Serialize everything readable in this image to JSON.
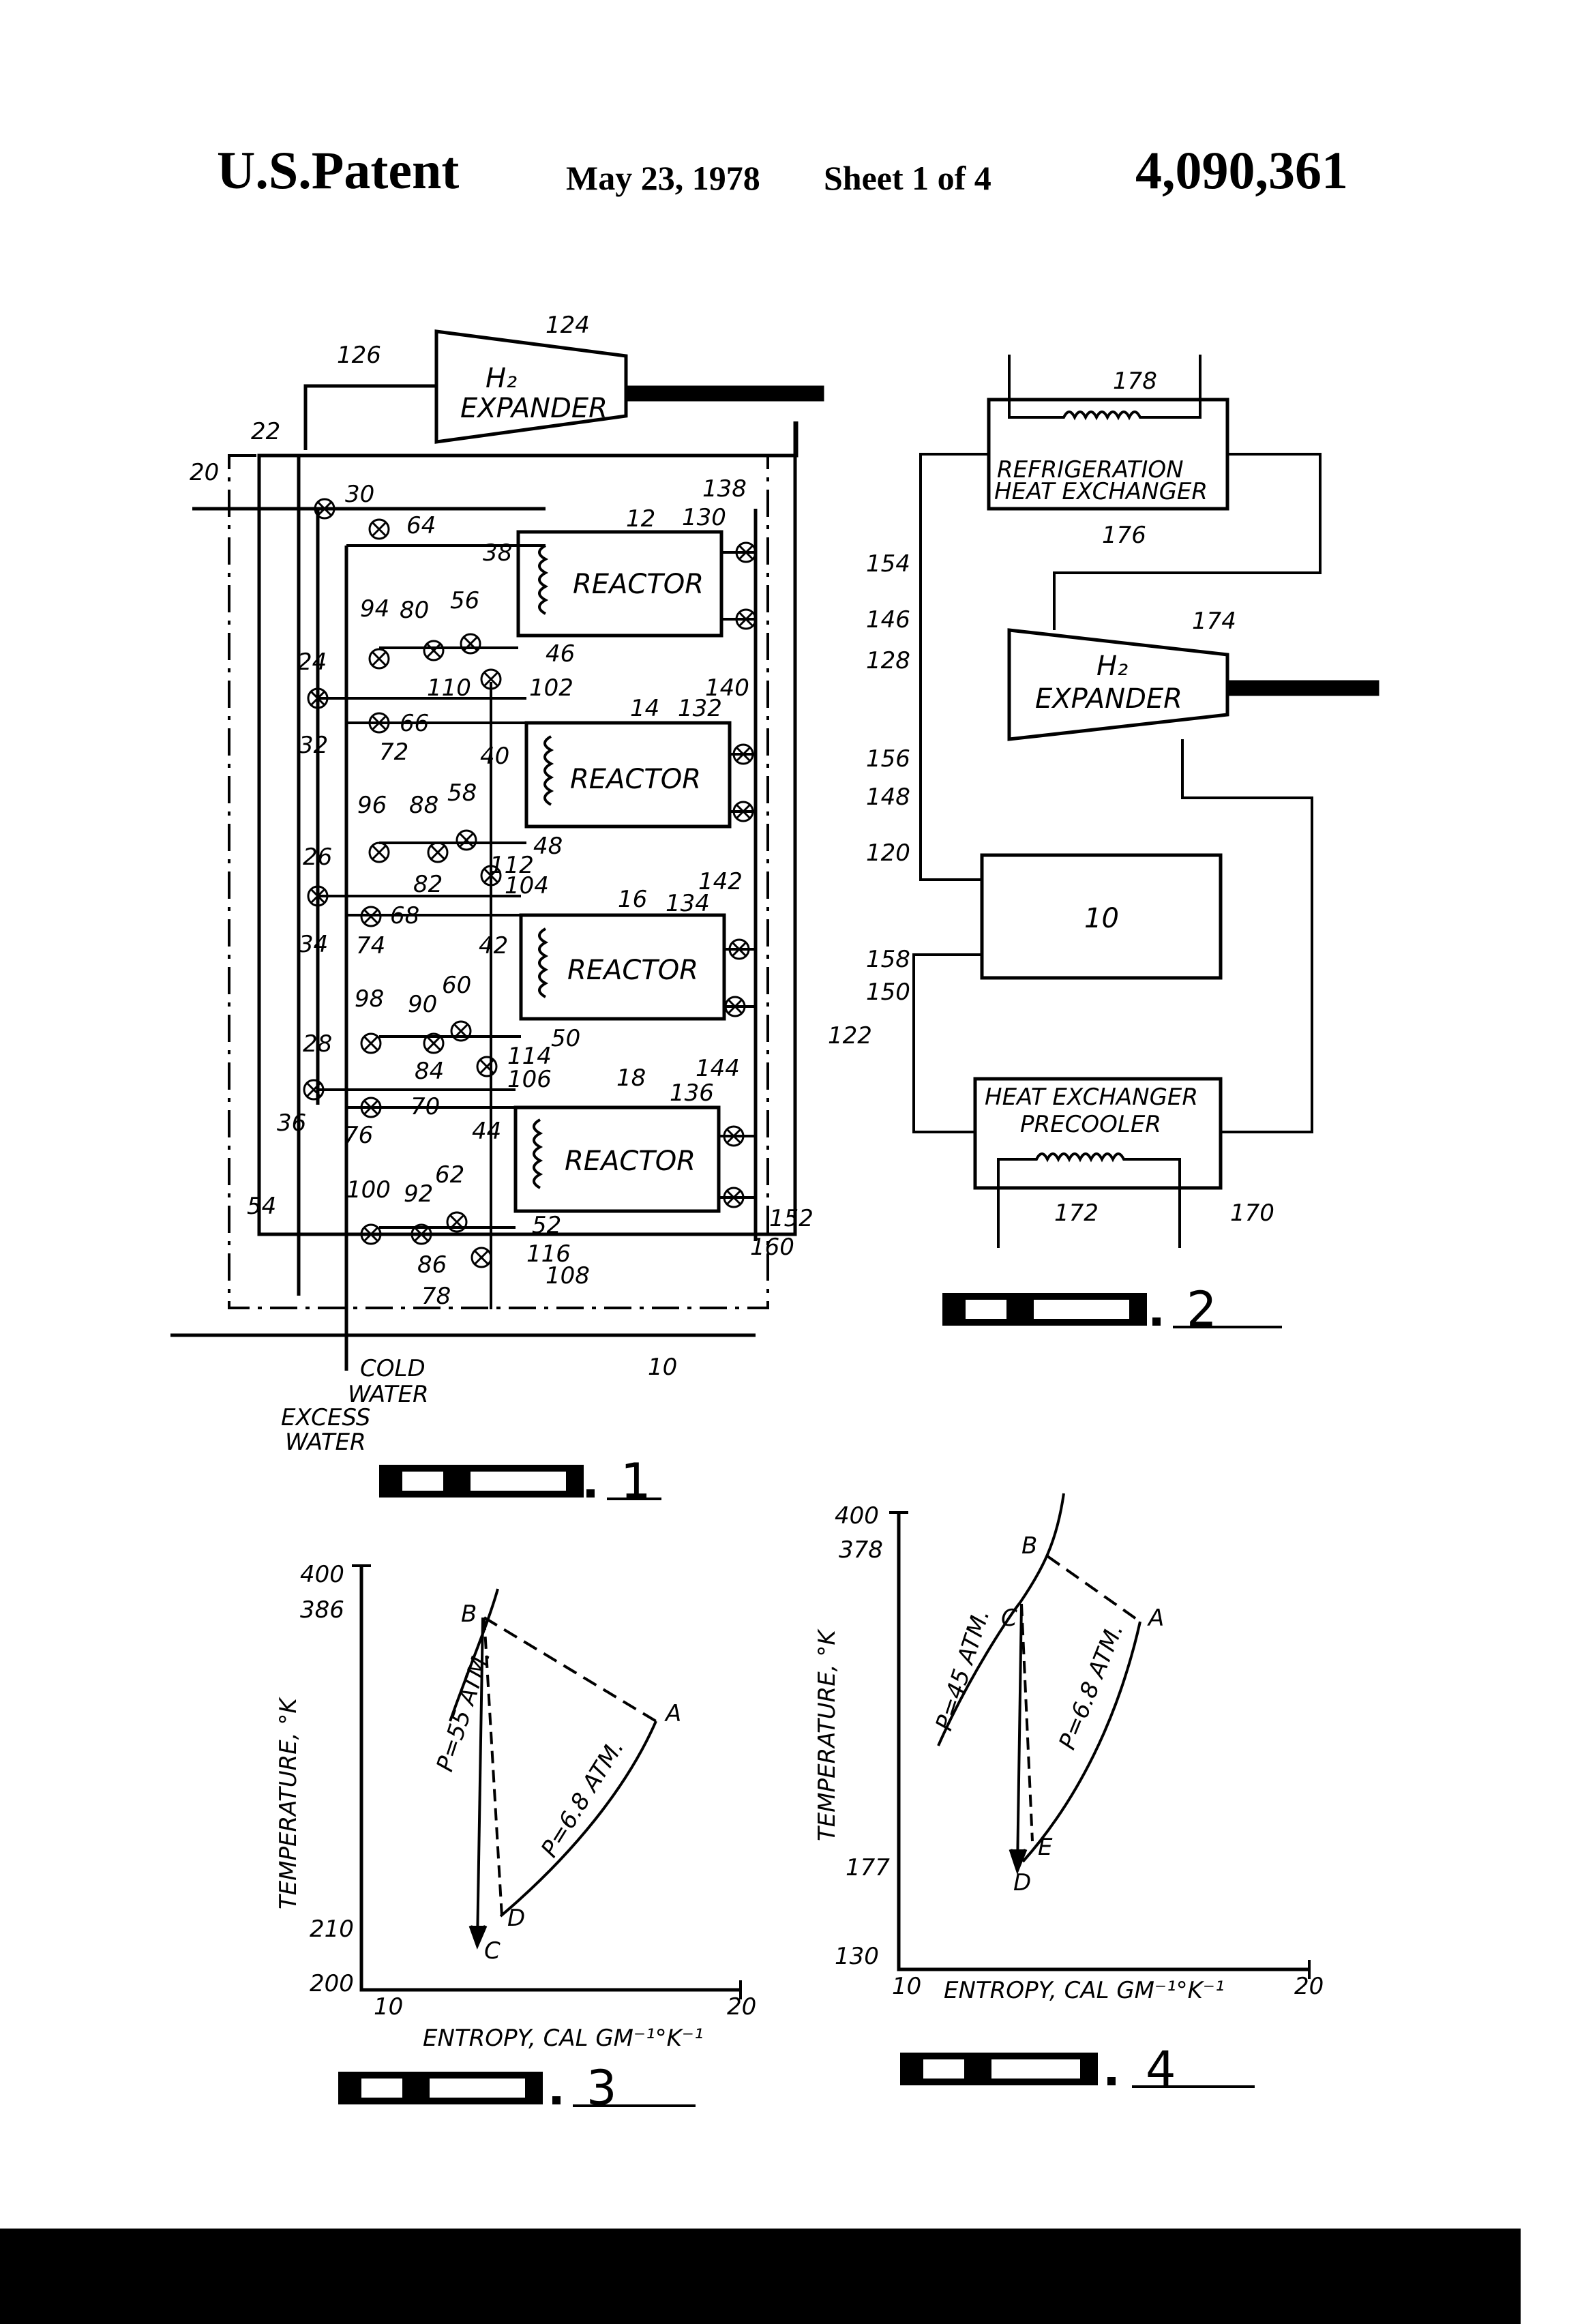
{
  "header": {
    "patent": "U.S.Patent",
    "date": "May 23, 1978",
    "sheet": "Sheet 1 of 4",
    "number": "4,090,361"
  },
  "fig1": {
    "caption_number": "1",
    "expander_title": "H₂",
    "expander_label": "EXPANDER",
    "reactor_label": "REACTOR",
    "cold_water": [
      "COLD",
      "WATER"
    ],
    "excess_water": [
      "EXCESS",
      "WATER"
    ],
    "refs": [
      "124",
      "126",
      "22",
      "20",
      "30",
      "64",
      "12",
      "138",
      "130",
      "38",
      "154",
      "146",
      "128",
      "94",
      "80",
      "56",
      "46",
      "24",
      "110",
      "102",
      "14",
      "140",
      "132",
      "32",
      "66",
      "72",
      "40",
      "156",
      "148",
      "96",
      "88",
      "58",
      "120",
      "26",
      "48",
      "82",
      "112",
      "104",
      "16",
      "142",
      "134",
      "34",
      "68",
      "74",
      "42",
      "158",
      "150",
      "98",
      "90",
      "60",
      "28",
      "50",
      "84",
      "114",
      "106",
      "122",
      "18",
      "144",
      "136",
      "36",
      "70",
      "76",
      "44",
      "54",
      "100",
      "92",
      "62",
      "52",
      "116",
      "86",
      "108",
      "152",
      "160",
      "78",
      "10"
    ]
  },
  "fig2": {
    "caption_number": "2",
    "refrig_label": [
      "REFRIGERATION",
      "HEAT EXCHANGER"
    ],
    "expander_title": "H₂",
    "expander_label": "EXPANDER",
    "box_label": "10",
    "precooler_label": [
      "HEAT EXCHANGER",
      "PRECOOLER"
    ],
    "refs": [
      "178",
      "176",
      "174",
      "172",
      "170"
    ]
  },
  "fig3": {
    "caption_number": "3",
    "ylabel": "TEMPERATURE, °K",
    "xlabel": "ENTROPY, CAL GM⁻¹°K⁻¹",
    "yticks": [
      "400",
      "386",
      "210",
      "200"
    ],
    "xticks": [
      "10",
      "20"
    ],
    "points": [
      "A",
      "B",
      "C",
      "D"
    ],
    "isobar_high": "P=55 ATM.",
    "isobar_low": "P=6.8 ATM."
  },
  "fig4": {
    "caption_number": "4",
    "ylabel": "TEMPERATURE, °K",
    "xlabel": "ENTROPY, CAL GM⁻¹°K⁻¹",
    "yticks": [
      "400",
      "378",
      "177",
      "130"
    ],
    "xticks": [
      "10",
      "20"
    ],
    "points": [
      "A",
      "B",
      "C",
      "D",
      "E"
    ],
    "isobar_high": "P=45 ATM.",
    "isobar_low": "P=6.8 ATM."
  }
}
